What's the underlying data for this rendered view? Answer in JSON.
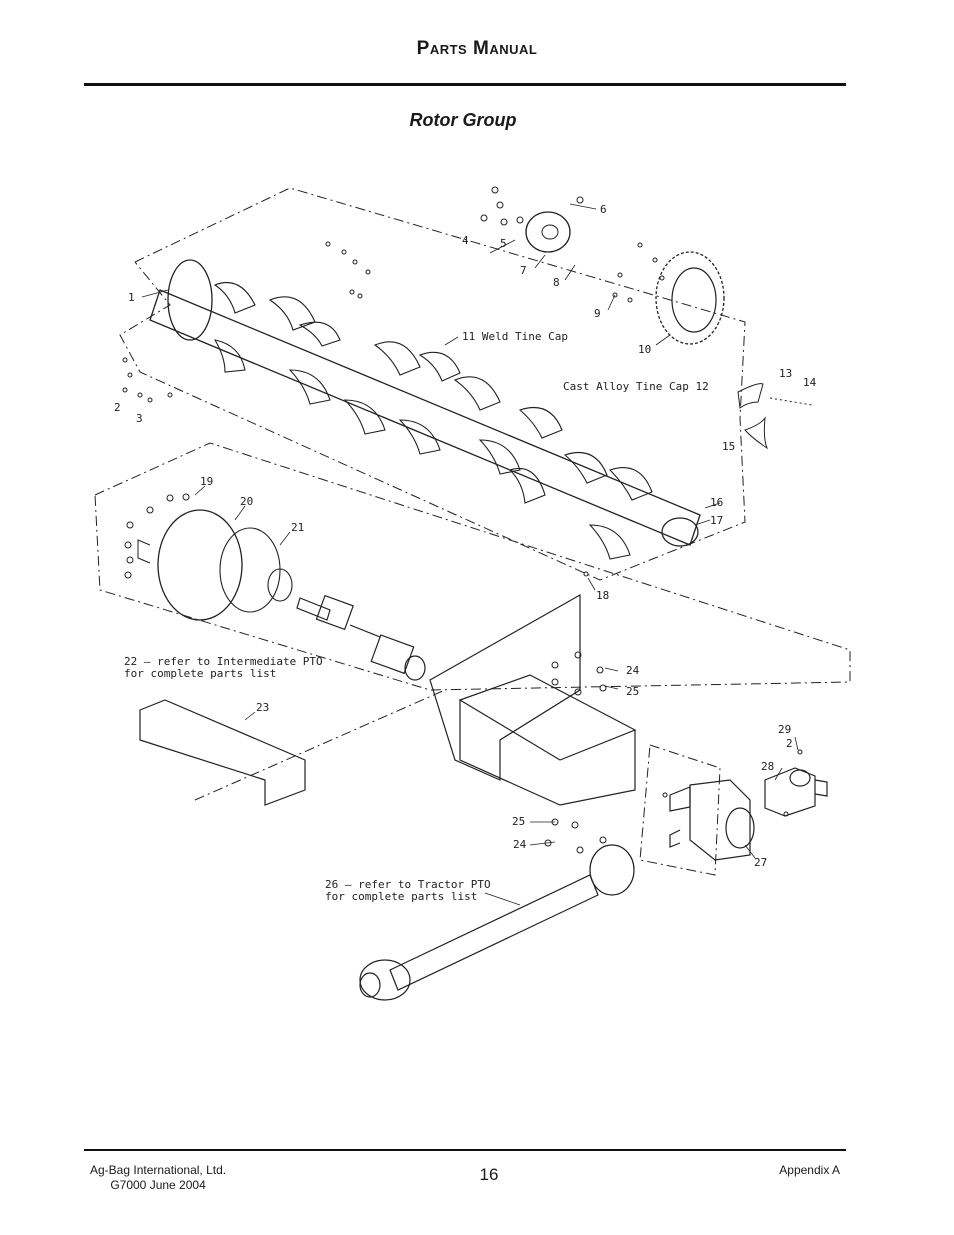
{
  "header": {
    "title": "Parts Manual"
  },
  "section": {
    "title": "Rotor Group"
  },
  "callouts": {
    "c1": "1",
    "c2a": "2",
    "c2b": "2",
    "c3": "3",
    "c4": "4",
    "c5": "5",
    "c6": "6",
    "c7": "7",
    "c8": "8",
    "c9": "9",
    "c10": "10",
    "c11": "11 Weld Tine Cap",
    "c12": "Cast Alloy Tine Cap 12",
    "c13": "13",
    "c14": "14",
    "c15": "15",
    "c16": "16",
    "c17": "17",
    "c18": "18",
    "c19": "19",
    "c20": "20",
    "c21": "21",
    "c22a": "22 — refer to Intermediate PTO",
    "c22b": "for complete parts list",
    "c23": "23",
    "c24a": "24",
    "c24b": "24",
    "c25a": "25",
    "c25b": "25",
    "c26a": "26 — refer to Tractor PTO",
    "c26b": "for complete parts list",
    "c27": "27",
    "c28": "28",
    "c29": "29"
  },
  "footer": {
    "company": "Ag-Bag International, Ltd.",
    "model_date": "G7000 June 2004",
    "page_number": "16",
    "appendix": "Appendix A"
  }
}
